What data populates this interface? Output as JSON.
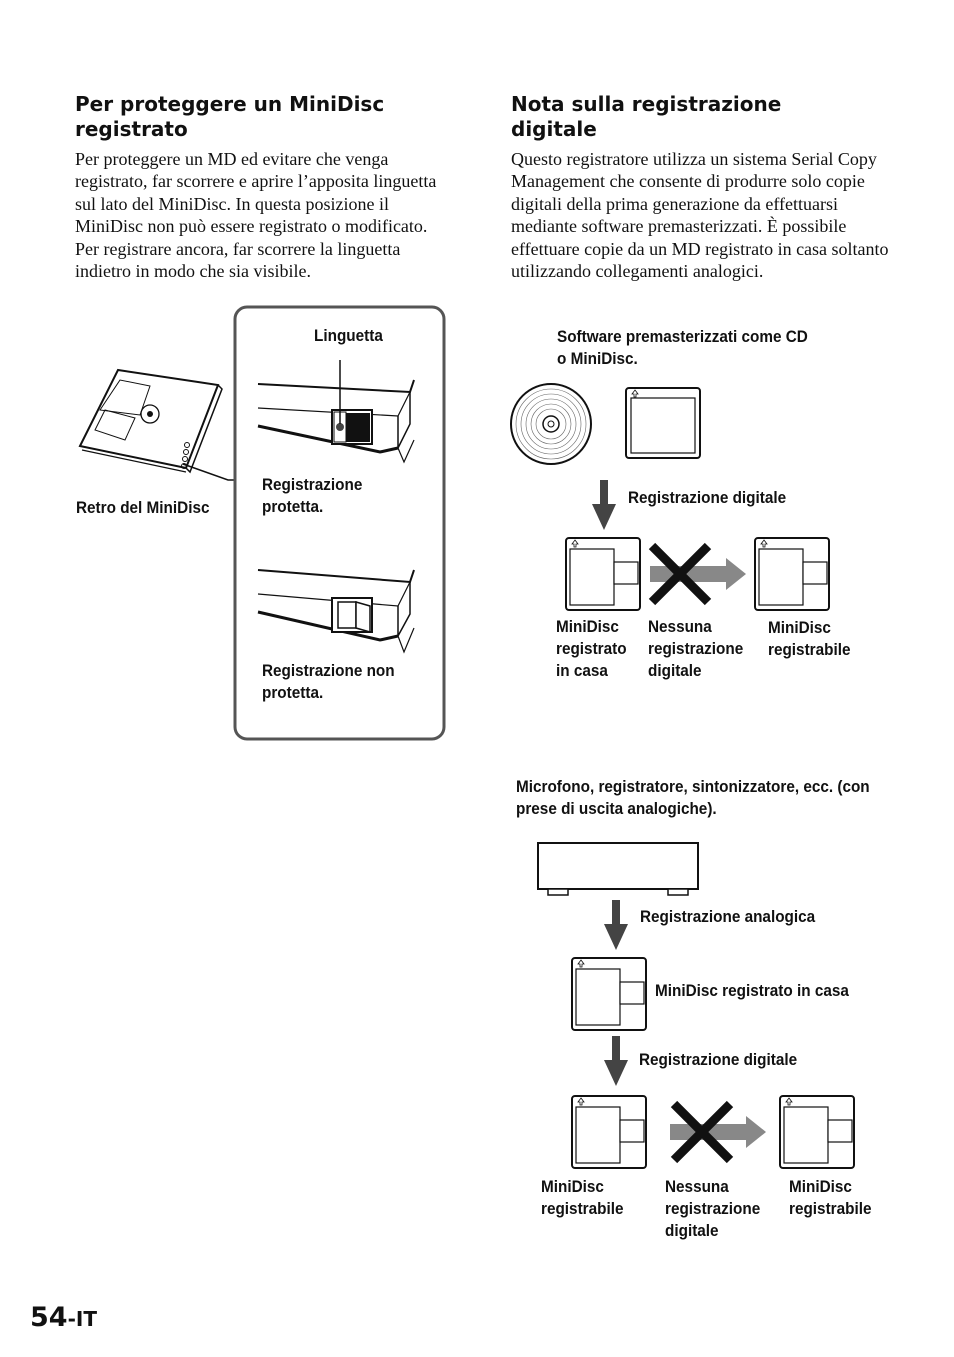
{
  "left": {
    "heading": "Per proteggere un MiniDisc registrato",
    "paragraph": "Per proteggere un MD ed evitare che venga registrato, far scorrere e aprire l’apposita linguetta sul lato del MiniDisc. In questa posizione il MiniDisc non può essere registrato o modificato. Per registrare ancora, far scorrere la linguetta indietro in modo che sia visibile.",
    "labels": {
      "tab": "Linguetta",
      "back": "Retro del MiniDisc",
      "protected": "Registrazione protetta.",
      "not_protected": "Registrazione non protetta."
    }
  },
  "right": {
    "heading": "Nota sulla registrazione digitale",
    "paragraph": "Questo registratore utilizza un sistema Serial Copy Management che consente di produrre solo copie digitali della prima generazione da effettuarsi mediante software premasterizzati. È possibile effettuare copie da un MD registrato in casa soltanto utilizzando collegamenti analogici.",
    "diagram1": {
      "source_label": "Software premasterizzati come CD o MiniDisc.",
      "arrow_label": "Registrazione digitale",
      "home_md": "MiniDisc registrato in casa",
      "no_digital": "Nessuna registrazione digitale",
      "recordable": "MiniDisc registrabile"
    },
    "diagram2": {
      "source_label": "Microfono, registratore, sintonizzatore, ecc. (con prese di uscita analogiche).",
      "analog_label": "Registrazione analogica",
      "home_md": "MiniDisc registrato in casa",
      "digital_label": "Registrazione digitale",
      "recordable_left": "MiniDisc registrabile",
      "no_digital": "Nessuna registrazione digitale",
      "recordable_right": "MiniDisc registrabile"
    }
  },
  "page_number": "54",
  "page_suffix": "-IT"
}
